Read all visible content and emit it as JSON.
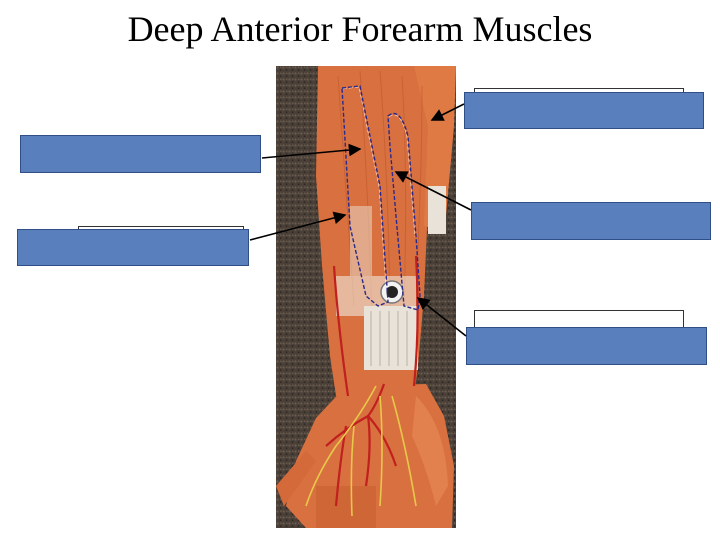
{
  "slide": {
    "title": "Deep Anterior Forearm Muscles"
  },
  "colors": {
    "label_fill": "#5a7fbd",
    "label_border": "#2f4f86",
    "muscle": "#d9703f",
    "tendon": "#e8e2d8",
    "carpet": "#4a4038",
    "outline_dash": "#2a2a8a"
  },
  "labels": [
    {
      "id": "left-top",
      "text": ""
    },
    {
      "id": "left-bottom",
      "text": ""
    },
    {
      "id": "right-top",
      "text": ""
    },
    {
      "id": "right-middle",
      "text": ""
    },
    {
      "id": "right-bottom",
      "text": ""
    }
  ]
}
